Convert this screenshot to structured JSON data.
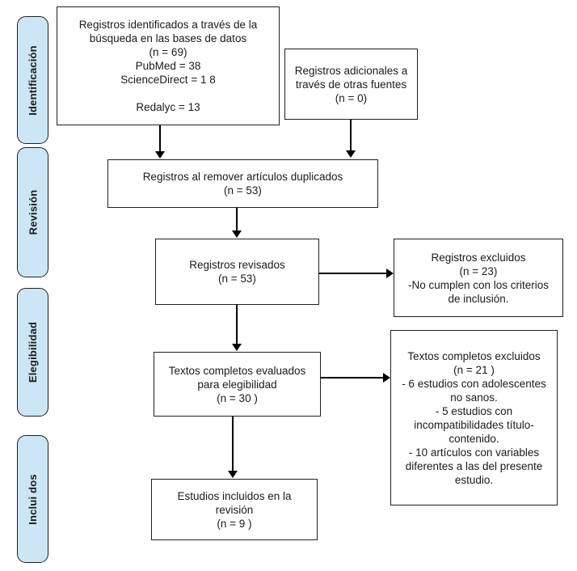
{
  "colors": {
    "stage_fill": "#cde6f5",
    "stage_border": "#1f1f1f",
    "box_border": "#1f1f1f",
    "text": "#1a1a1a",
    "arrow": "#000000",
    "bg": "#ffffff"
  },
  "sidebar": {
    "stages": [
      {
        "label": "Identificación"
      },
      {
        "label": "Revisión"
      },
      {
        "label": "Elegibilidad"
      },
      {
        "label": "Inclui dos"
      }
    ]
  },
  "boxes": {
    "identified": "Registros identificados a través de la\nbúsqueda en las bases de datos\n(n = 69)\nPubMed = 38\nScienceDirect = 1 8\n\nRedalyc = 13",
    "additional": "Registros adicionales a\ntravés de otras fuentes\n(n = 0)",
    "deduplicated": "Registros al remover artículos duplicados\n(n = 53)",
    "screened": "Registros revisados\n(n = 53)",
    "excluded_screening": "Registros excluidos\n(n = 23)\n-No cumplen con los criterios\nde inclusión.",
    "fulltext_assessed": "Textos completos evaluados\npara elegibilidad\n(n = 30 )",
    "fulltext_excluded": "Textos completos excluidos\n(n = 21 )\n- 6 estudios con adolescentes\nno sanos.\n- 5 estudios con\nincompatibilidades título-\ncontenido.\n- 10 artículos con variables\ndiferentes a las del presente\nestudio.",
    "included": "Estudios incluidos en la\nrevisión\n(n = 9 )"
  }
}
